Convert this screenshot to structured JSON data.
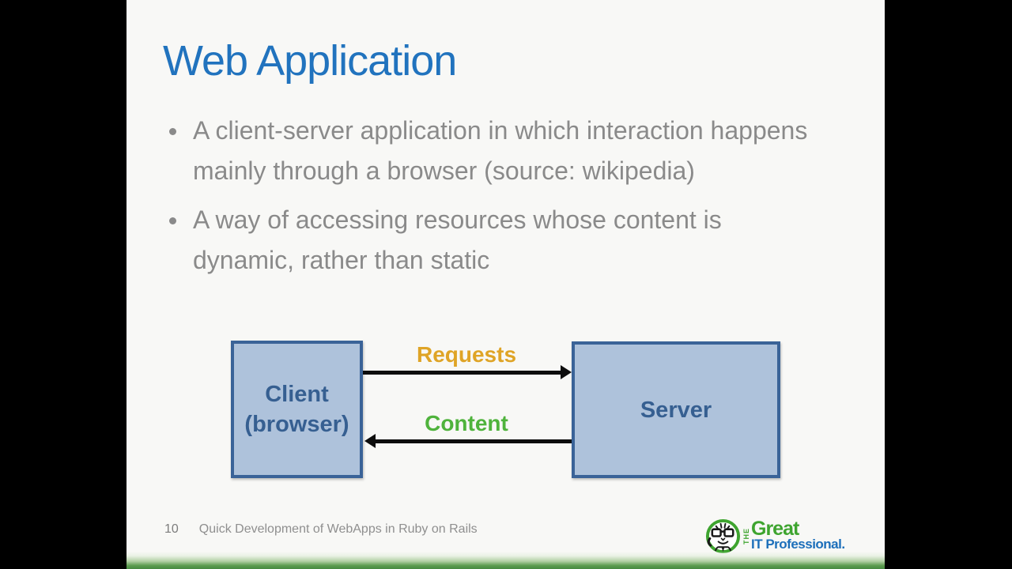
{
  "slide": {
    "title": "Web Application",
    "bullets": [
      "A client-server application in which interaction happens mainly through a browser (source: wikipedia)",
      "A way of accessing resources whose content is dynamic, rather than static"
    ],
    "diagram": {
      "client_line1": "Client",
      "client_line2": "(browser)",
      "server_label": "Server",
      "requests_label": "Requests",
      "content_label": "Content"
    },
    "footer": {
      "page_number": "10",
      "footer_text": "Quick Development of WebApps in Ruby on Rails"
    },
    "logo": {
      "the": "THE",
      "great": "Great",
      "it_professional": "IT Professional."
    }
  },
  "colors": {
    "title_blue": "#2173BE",
    "body_gray": "#8A8A8A",
    "box_fill": "#AEC2DB",
    "box_border": "#3A6398",
    "box_text": "#365F91",
    "requests_orange": "#DFA426",
    "content_green": "#4FB33C",
    "logo_green": "#3EA42F",
    "logo_blue": "#1C6FBA",
    "bar_green": "#478840"
  }
}
